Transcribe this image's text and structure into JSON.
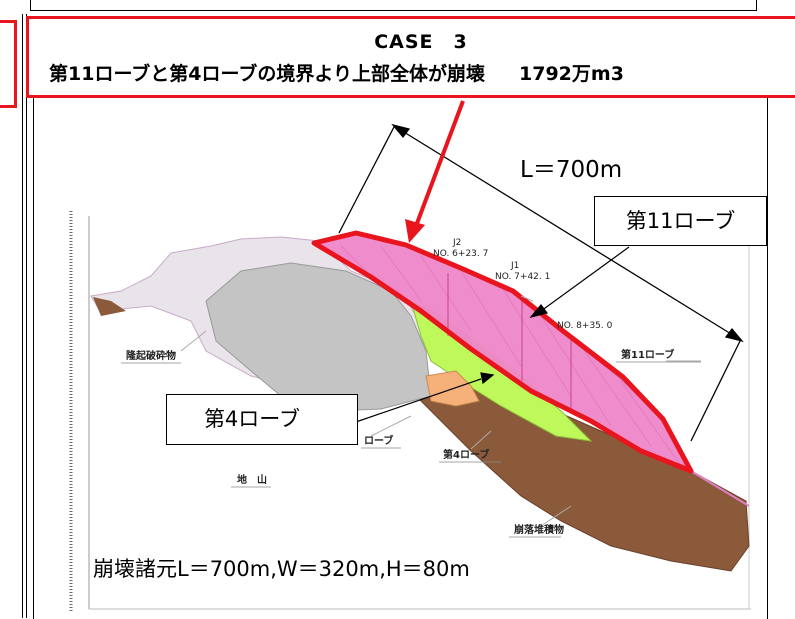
{
  "title": {
    "case": "CASE　3",
    "description": "第11ローブと第4ローブの境界より上部全体が崩壊",
    "volume": "1792万m3"
  },
  "dimension": {
    "length_label": "L＝700m"
  },
  "callouts": {
    "lobe11": "第11ローブ",
    "lobe4": "第4ローブ"
  },
  "stations": {
    "j2_name": "J2",
    "j2_no": "NO. 6+23. 7",
    "j1_name": "J1",
    "j1_no": "NO. 7+42. 1",
    "no8": "NO. 8+35. 0"
  },
  "cross_section_labels": {
    "uplift_debris": "隆起破砕物",
    "lobe11_small": "第11ローブ",
    "lobe_small": "ローブ",
    "lobe4_small": "第4ローブ",
    "bedrock": "地　山",
    "collapse_deposit": "崩落堆積物"
  },
  "specs": "崩壊諸元L＝700m,W＝320m,H＝80m",
  "colors": {
    "accent_red": "#e8141e",
    "collapse_pink": "#ef86c9",
    "lobe4_green": "#bff85a",
    "deposit_brown": "#8a5a3a",
    "debris_gray": "#c8c8c8",
    "lobe_orange": "#f6b07a"
  }
}
